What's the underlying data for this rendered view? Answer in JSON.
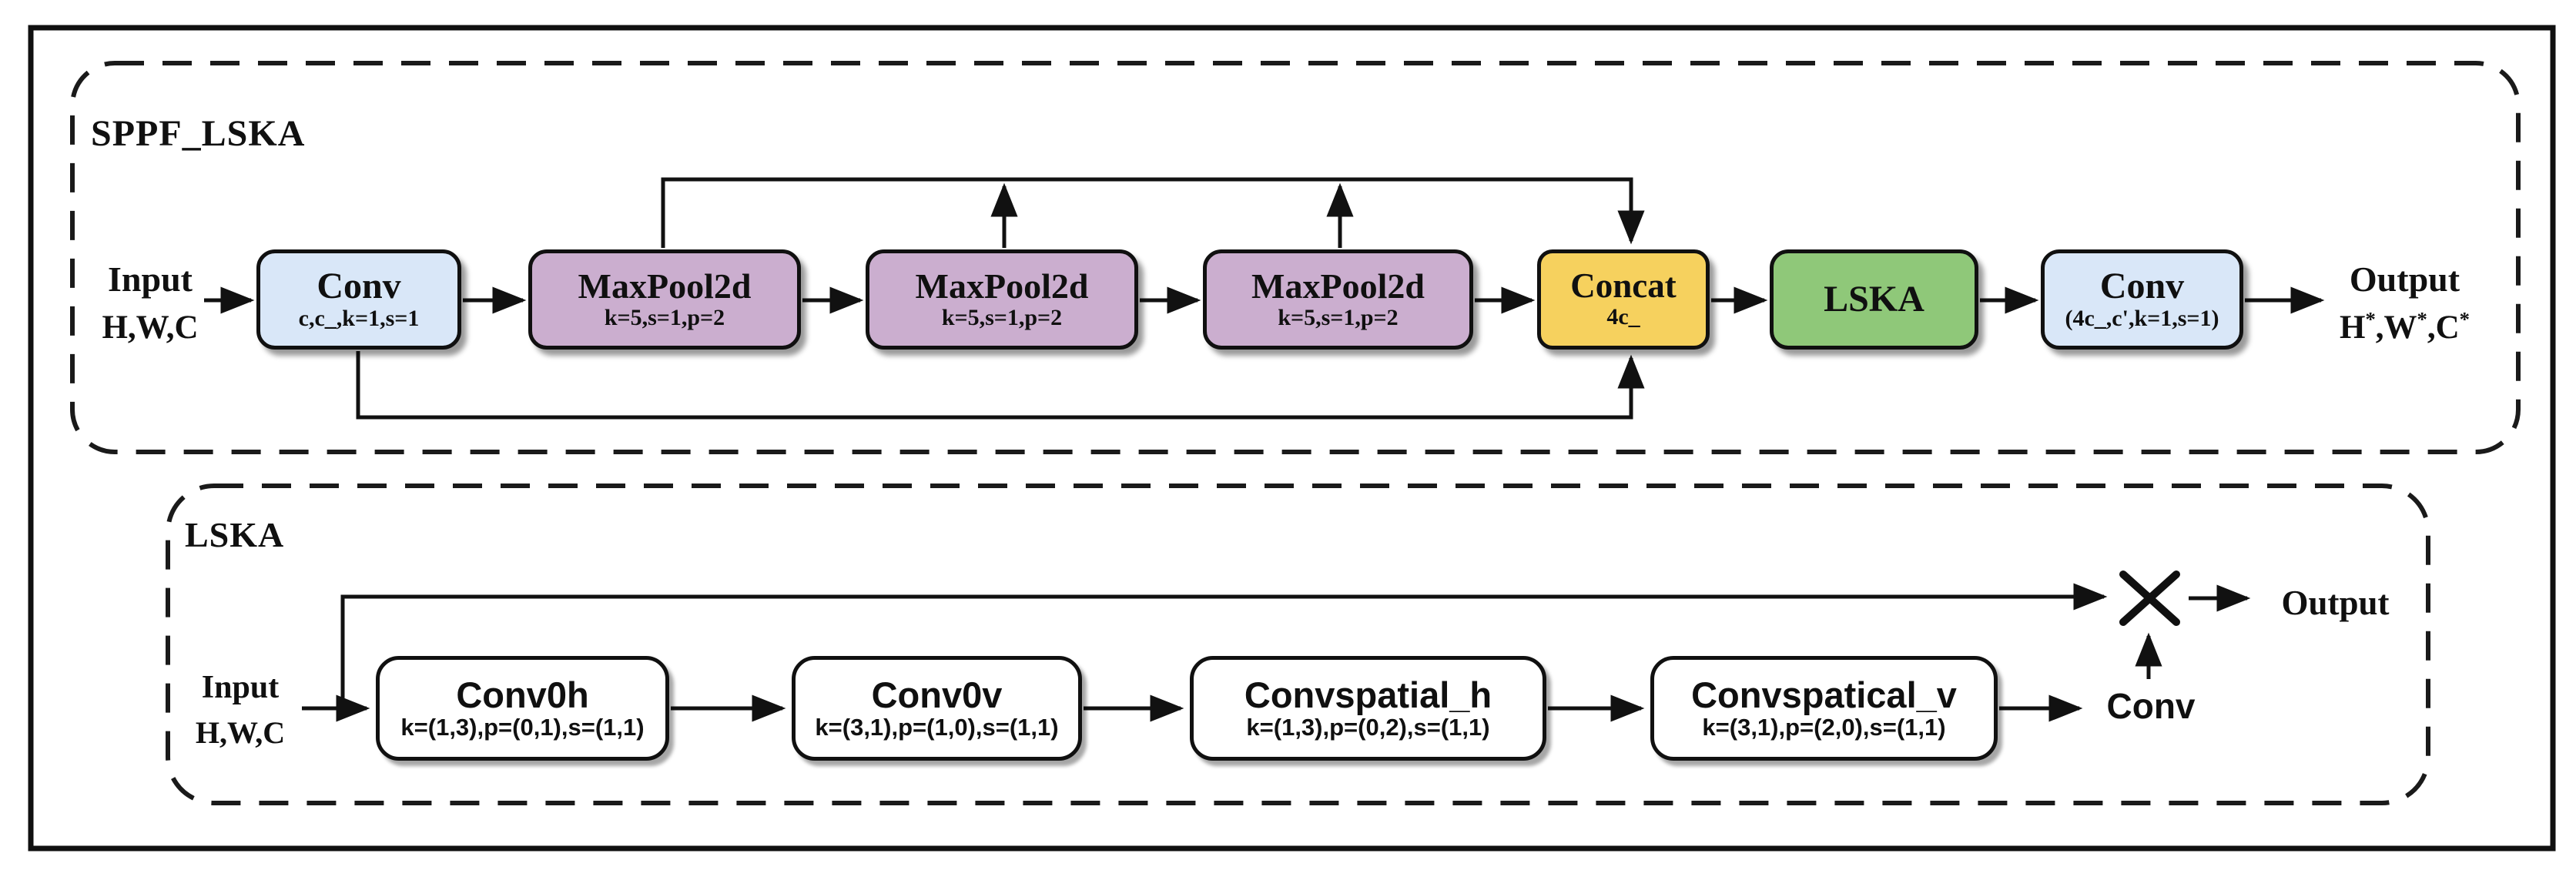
{
  "colors": {
    "conv_blue": "#d9e7f8",
    "maxpool_mauve": "#cbaecf",
    "concat_yellow": "#f6d15e",
    "lska_green": "#8fc879",
    "line_black": "#111111"
  },
  "sppf": {
    "title": "SPPF_LSKA",
    "input_label": "Input",
    "input_dims": "H,W,C",
    "output_label": "Output",
    "output_dims": "H*,W*,C*",
    "blocks": [
      {
        "label": "Conv",
        "sub": "c,c_,k=1,s=1"
      },
      {
        "label": "MaxPool2d",
        "sub": "k=5,s=1,p=2"
      },
      {
        "label": "MaxPool2d",
        "sub": "k=5,s=1,p=2"
      },
      {
        "label": "MaxPool2d",
        "sub": "k=5,s=1,p=2"
      },
      {
        "label": "Concat",
        "sub": "4c_"
      },
      {
        "label": "LSKA",
        "sub": ""
      },
      {
        "label": "Conv",
        "sub": "(4c_,c',k=1,s=1)"
      }
    ]
  },
  "lska": {
    "title": "LSKA",
    "input_label": "Input",
    "input_dims": "H,W,C",
    "blocks": [
      {
        "label": "Conv0h",
        "sub": "k=(1,3),p=(0,1),s=(1,1)"
      },
      {
        "label": "Conv0v",
        "sub": "k=(3,1),p=(1,0),s=(1,1)"
      },
      {
        "label": "Convspatial_h",
        "sub": "k=(1,3),p=(0,2),s=(1,1)"
      },
      {
        "label": "Convspatical_v",
        "sub": "k=(3,1),p=(2,0),s=(1,1)"
      }
    ],
    "conv_label": "Conv",
    "output_label": "Output",
    "multiply": "×"
  }
}
